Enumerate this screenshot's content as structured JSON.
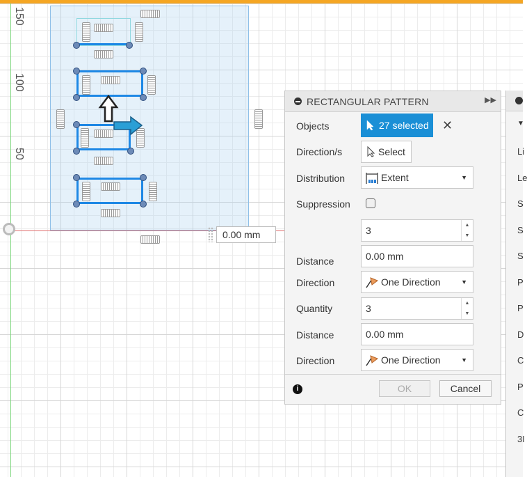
{
  "viewport": {
    "ruler_labels": [
      "150",
      "100",
      "50"
    ],
    "inline_distance": "0.00 mm",
    "inline_quantity": "3"
  },
  "panel": {
    "title": "RECTANGULAR PATTERN",
    "rows": {
      "objects_label": "Objects",
      "objects_value": "27 selected",
      "direction_label": "Direction/s",
      "direction_value": "Select",
      "distribution_label": "Distribution",
      "distribution_value": "Extent",
      "suppression_label": "Suppression",
      "suppression_checked": false,
      "quantity1_value": "3",
      "distance1_label": "Distance",
      "distance1_value": "0.00 mm",
      "direction1_label": "Direction",
      "direction1_value": "One Direction",
      "quantity2_label": "Quantity",
      "quantity2_value": "3",
      "distance2_label": "Distance",
      "distance2_value": "0.00 mm",
      "direction2_label": "Direction",
      "direction2_value": "One Direction"
    },
    "footer": {
      "ok_label": "OK",
      "cancel_label": "Cancel"
    }
  },
  "side_panel": {
    "labels": [
      "Li",
      "Le",
      "S",
      "S",
      "S",
      "P",
      "P",
      "D",
      "C",
      "P",
      "C",
      "3I"
    ]
  },
  "colors": {
    "accent": "#f5a623",
    "selection_blue": "#1a8fd6",
    "sketch_line": "#1e88e5"
  }
}
